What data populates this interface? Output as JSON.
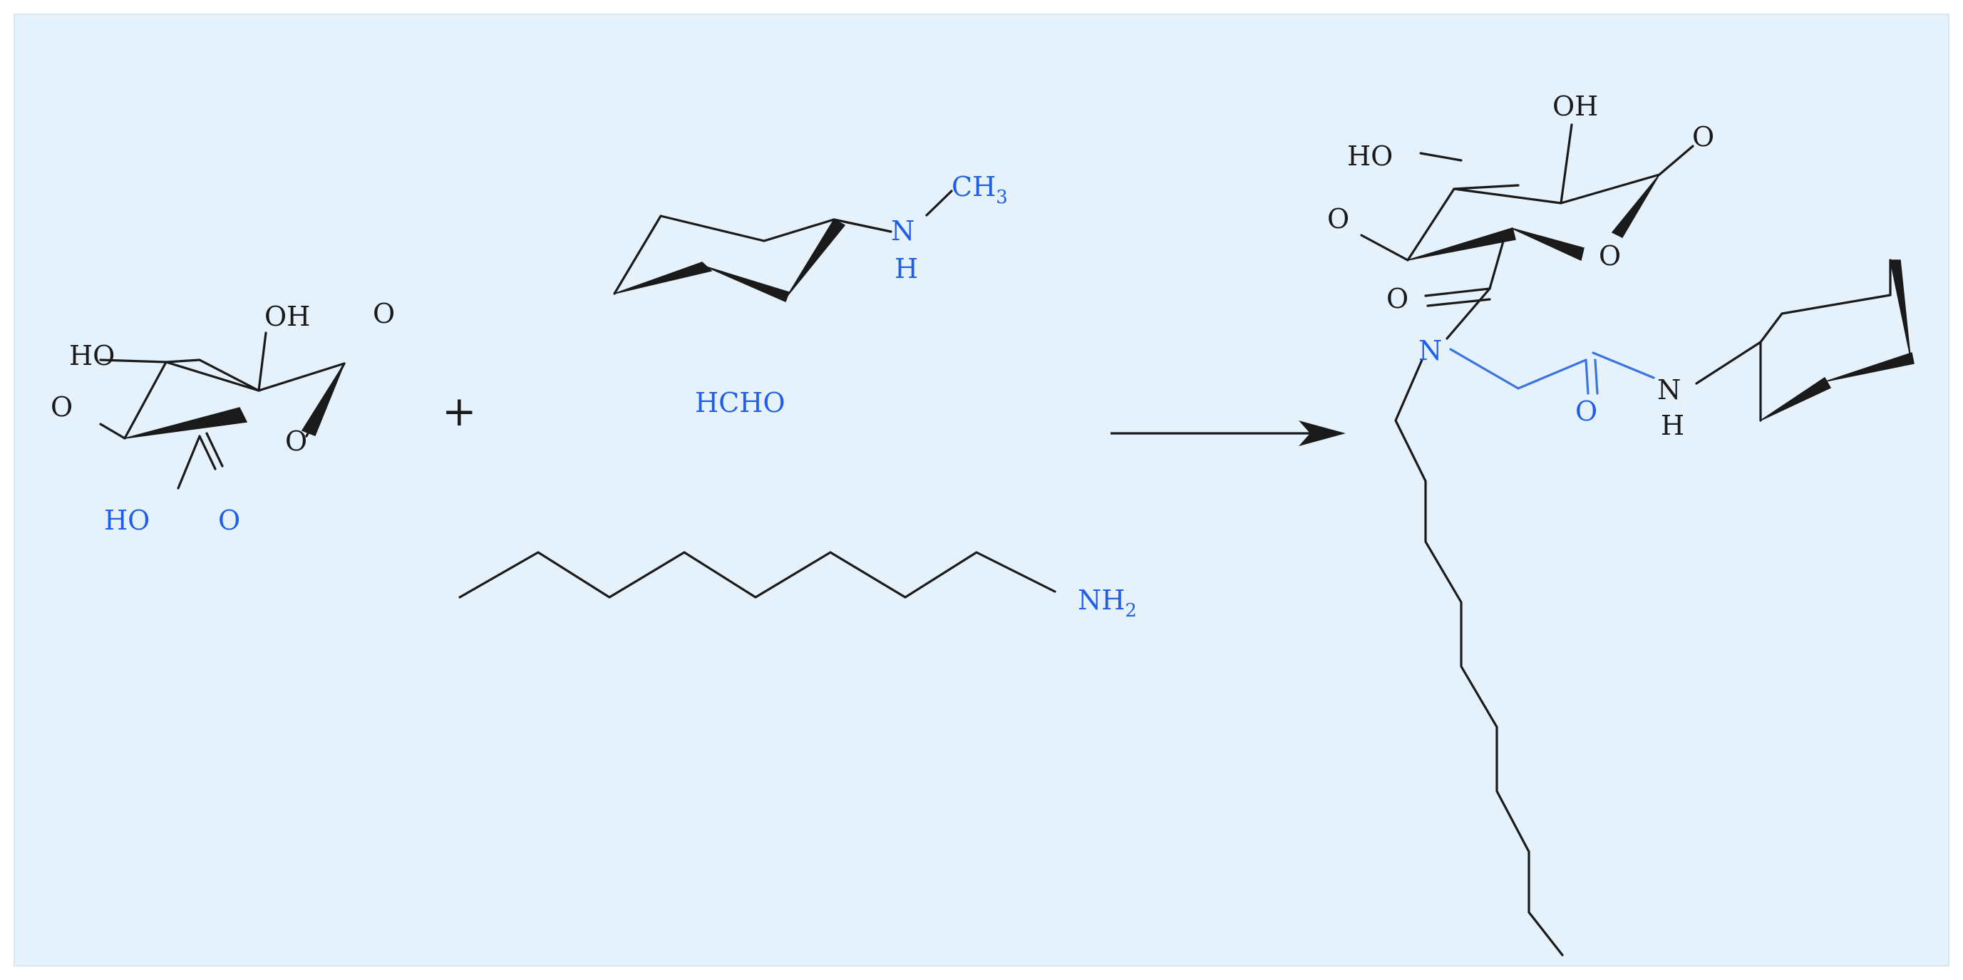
{
  "colors": {
    "panel_bg": "#e5f2fc",
    "panel_border": "#d6e6f3",
    "ink": "#1a1a1a",
    "hetero_blue": "#1f5fe8"
  },
  "reactant_acid": {
    "oh_top": "OH",
    "ho_left": "HO",
    "o_ring_top": "O",
    "o_ring": "O",
    "o_left": "O",
    "ho_acid": "HO",
    "o_acid": "O"
  },
  "plus": "+",
  "reactant_amine": {
    "n": "N",
    "h": "H",
    "ch3": "CH",
    "ch3_sub": "3"
  },
  "reactant_aldehyde": {
    "formula": "HCHO"
  },
  "reactant_octylamine": {
    "nh2": "NH",
    "nh2_sub": "2"
  },
  "arrow": {
    "icon": "reaction-arrow"
  },
  "product": {
    "oh_top": "OH",
    "ho_left": "HO",
    "o_ring_top": "O",
    "o_ring": "O",
    "o_left": "O",
    "o_carbonyl": "O",
    "n_amide": "N",
    "o_amide": "O",
    "nh_n": "N",
    "nh_h": "H"
  }
}
